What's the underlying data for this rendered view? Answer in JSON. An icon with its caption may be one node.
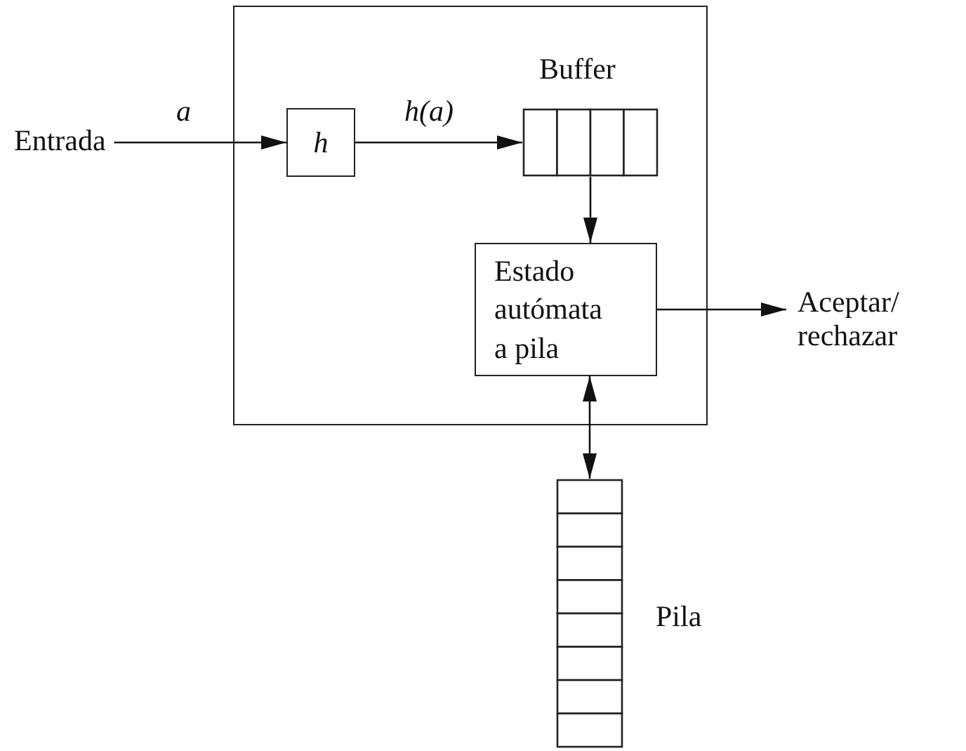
{
  "diagram": {
    "nodes": [
      {
        "text": [],
        "shape": "box"
      },
      {
        "text": [
          "Entrada"
        ]
      },
      {
        "text": [
          "h"
        ],
        "in": 0
      },
      {
        "text": [
          "Buffer"
        ],
        "in": 0
      },
      {
        "text": [
          "Estado autómata a pila"
        ],
        "in": 0
      },
      {
        "text": [
          "Aceptar/ rechazar"
        ]
      },
      {
        "text": [],
        "shape": "stack",
        "beside": [
          "Pila"
        ]
      }
    ],
    "edges": [
      {
        "from": 1,
        "to": 2,
        "arrow": "to",
        "label": "a"
      },
      {
        "from": 2,
        "to": 3,
        "arrow": "to",
        "label": "h(a)"
      },
      {
        "from": 3,
        "to": 4,
        "arrow": "to"
      },
      {
        "from": 4,
        "to": 5,
        "arrow": "to"
      },
      {
        "from": 4,
        "to": 6,
        "arrow": "both"
      }
    ]
  }
}
